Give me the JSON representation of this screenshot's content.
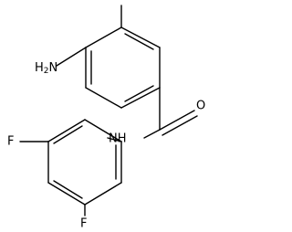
{
  "molecule": {
    "atom_labels": {
      "amino_n": "H2N",
      "amino_main": "H",
      "amino_sub": "2",
      "amino_tail": "N",
      "amide_o": "O",
      "amide_nh": "NH",
      "f_para": "F",
      "f_ortho": "F"
    }
  }
}
